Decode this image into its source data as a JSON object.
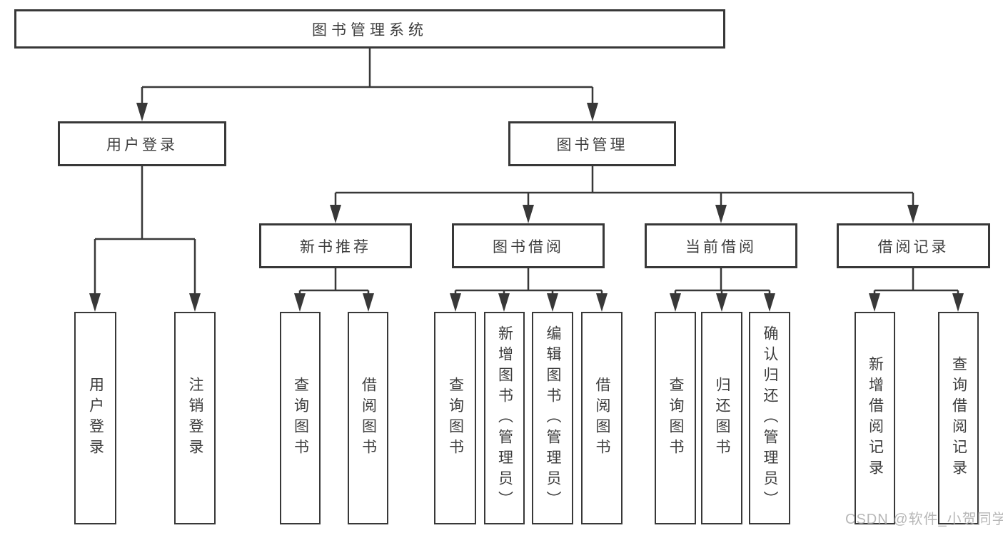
{
  "diagram": {
    "root": {
      "label": "图书管理系统"
    },
    "level1": [
      {
        "label": "用户登录"
      },
      {
        "label": "图书管理"
      }
    ],
    "level2": [
      {
        "label": "新书推荐"
      },
      {
        "label": "图书借阅"
      },
      {
        "label": "当前借阅"
      },
      {
        "label": "借阅记录"
      }
    ],
    "leaves": [
      {
        "label": "用户登录"
      },
      {
        "label": "注销登录"
      },
      {
        "label": "查询图书"
      },
      {
        "label": "借阅图书"
      },
      {
        "label": "查询图书"
      },
      {
        "label": "新增图书（管理员）"
      },
      {
        "label": "编辑图书（管理员）"
      },
      {
        "label": "借阅图书"
      },
      {
        "label": "查询图书"
      },
      {
        "label": "归还图书"
      },
      {
        "label": "确认归还（管理员）"
      },
      {
        "label": "新增借阅记录"
      },
      {
        "label": "查询借阅记录"
      }
    ]
  },
  "watermark": {
    "text": "CSDN @软件_小贺同学"
  },
  "colors": {
    "line": "#383838",
    "text": "#3d3d3d",
    "watermark": "#ababab",
    "box_background": "#ffffff",
    "page_background": "#ffffff"
  }
}
